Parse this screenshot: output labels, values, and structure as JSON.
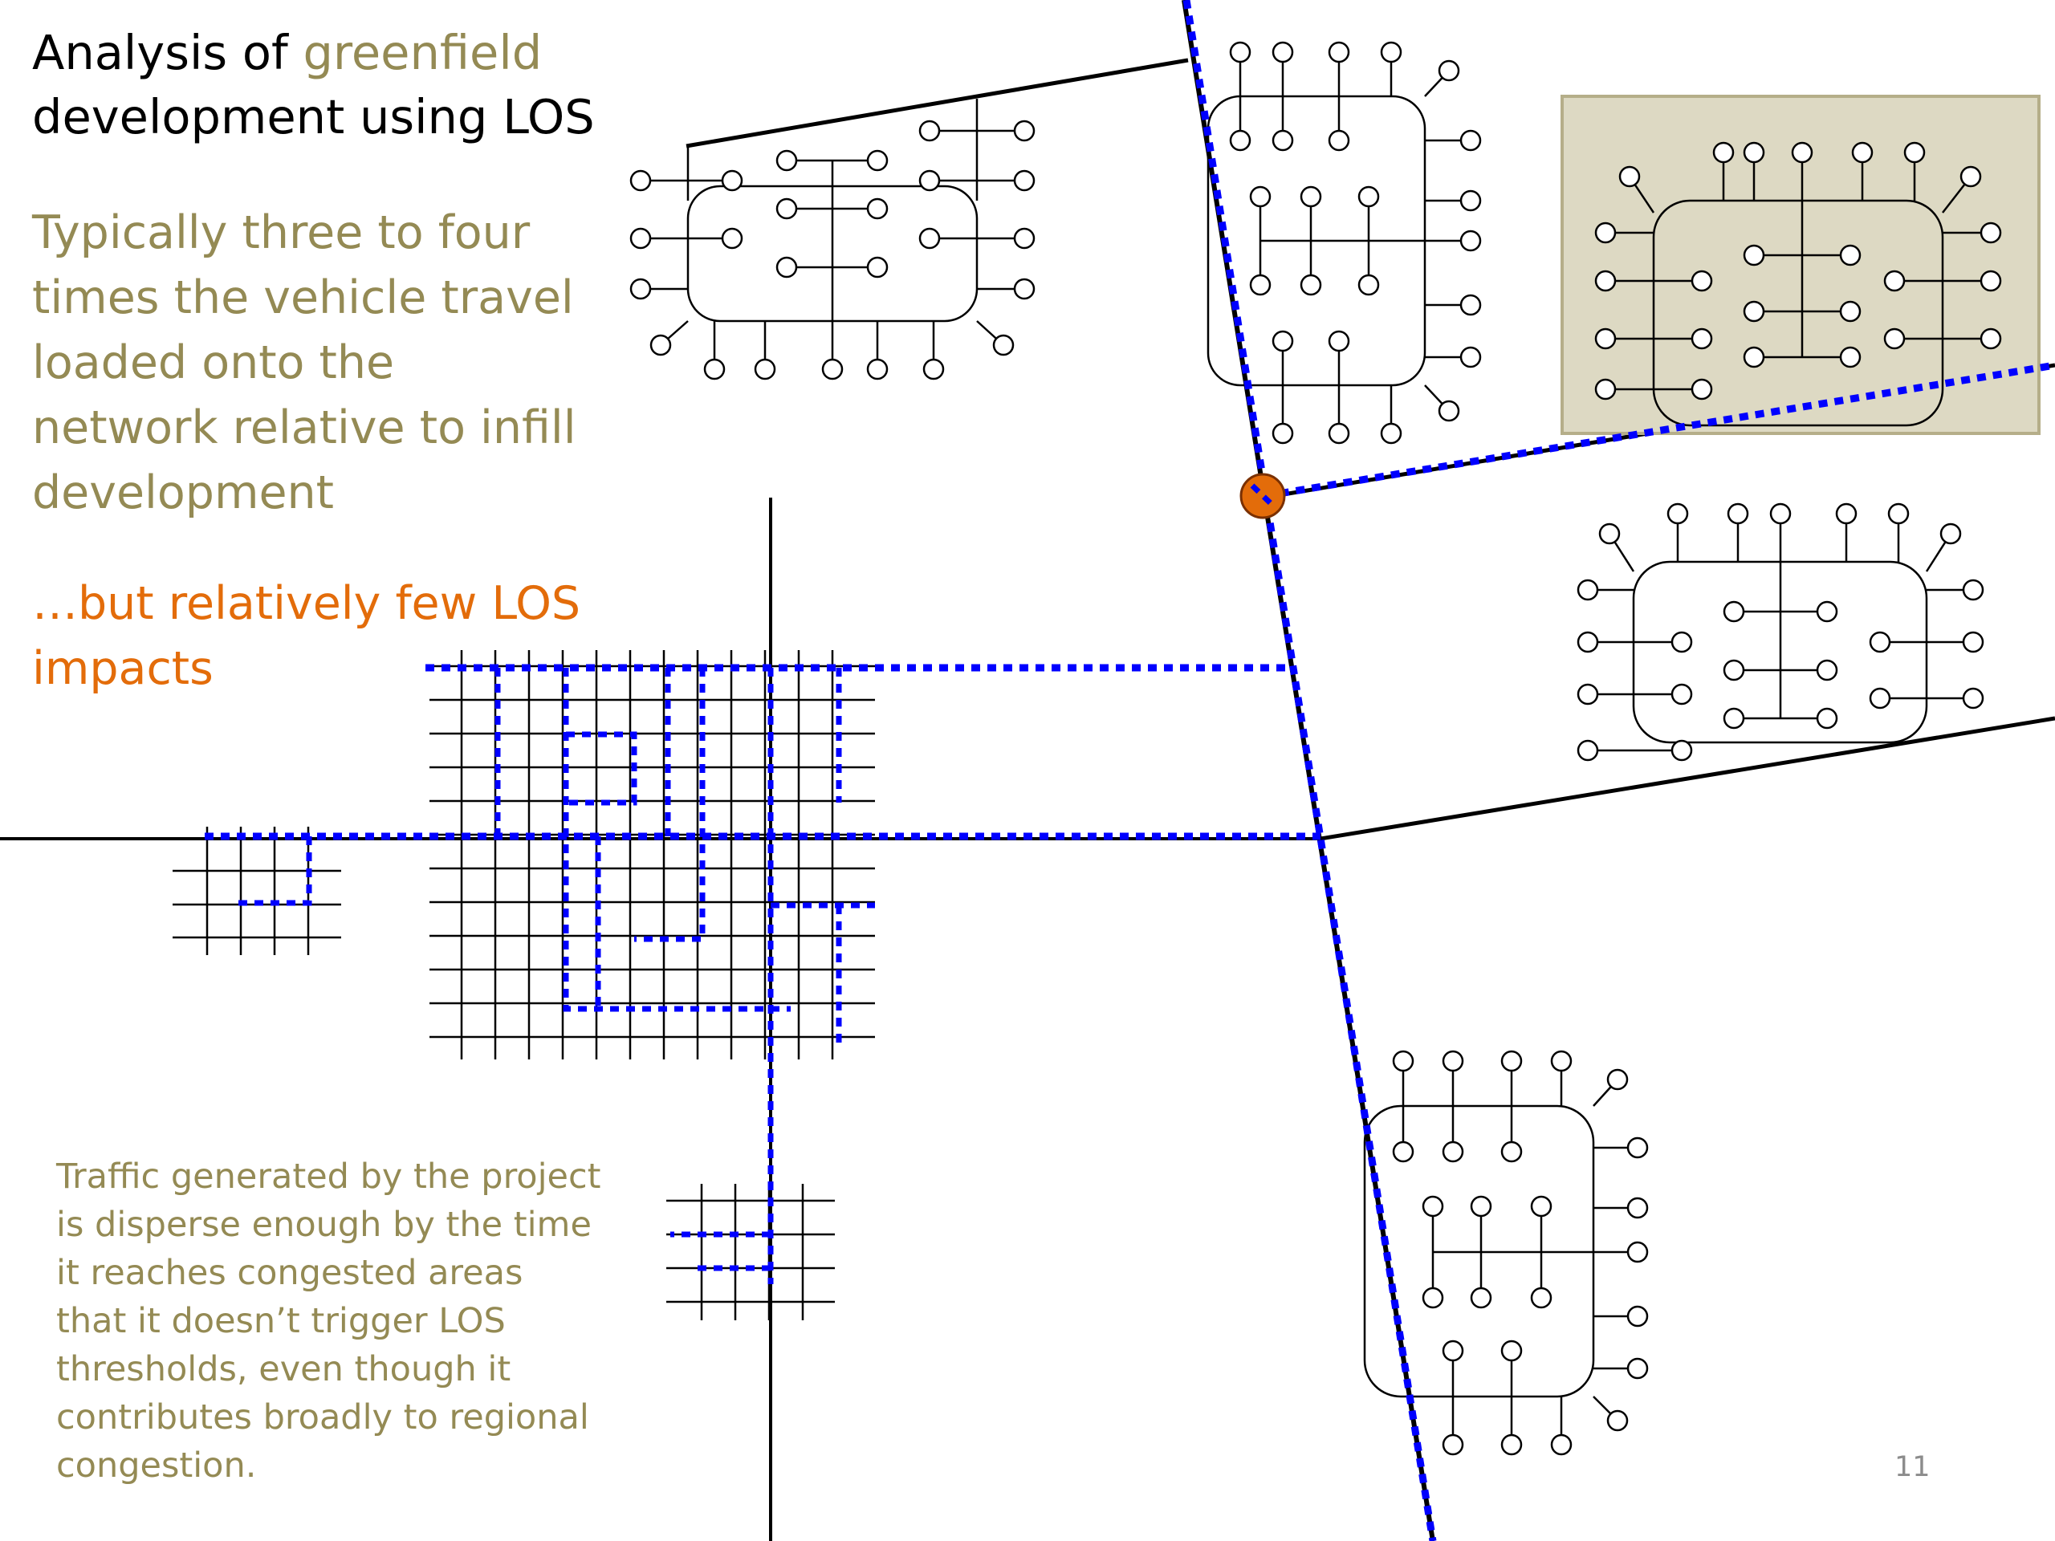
{
  "slide": {
    "title_part1": "Analysis of ",
    "title_highlight": "greenfield",
    "title_part2": "development using LOS",
    "body_text": "Typically three to four times the vehicle travel loaded onto the network relative to infill development",
    "emphasis_text": "…but relatively few LOS impacts",
    "footnote_text": "Traffic generated by the project is disperse enough by the time it reaches congested areas that it doesn’t trigger LOS thresholds, even though it contributes broadly to regional congestion.",
    "page_number": "11"
  },
  "colors": {
    "olive": "#948a54",
    "orange": "#e36c0a",
    "route_blue": "#0000ff",
    "highlight_fill": "#ddd9c3",
    "highlight_border": "#b5ae89",
    "intersection": "#e36c0a"
  }
}
